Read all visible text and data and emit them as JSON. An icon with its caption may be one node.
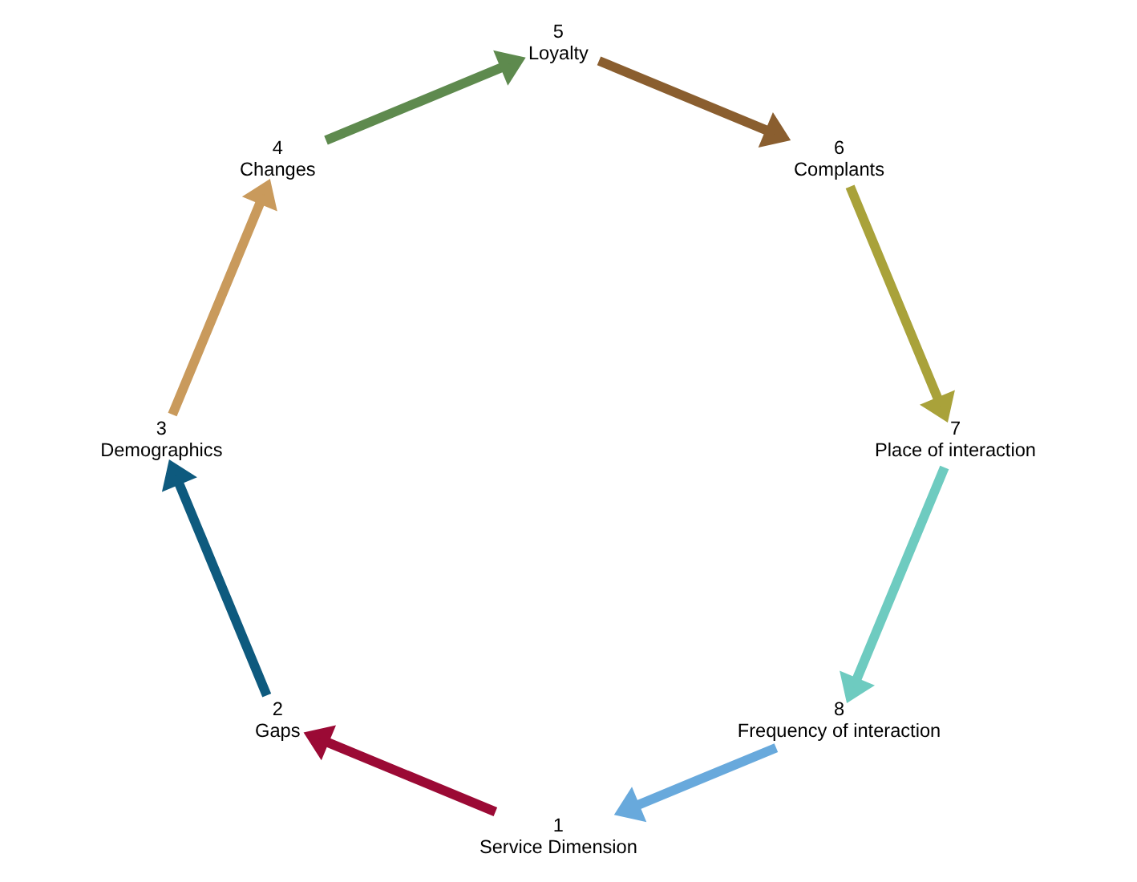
{
  "diagram": {
    "nodes": [
      {
        "text": [
          "1",
          "Service Dimension"
        ]
      },
      {
        "text": [
          "2",
          "Gaps"
        ]
      },
      {
        "text": [
          "3",
          "Demographics"
        ]
      },
      {
        "text": [
          "4",
          "Changes"
        ]
      },
      {
        "text": [
          "5",
          "Loyalty"
        ]
      },
      {
        "text": [
          "6",
          "Complants"
        ]
      },
      {
        "text": [
          "7",
          "Place of interaction"
        ]
      },
      {
        "text": [
          "8",
          "Frequency of interaction"
        ]
      }
    ],
    "edges": [
      {
        "from": 0,
        "to": 1,
        "arrow": "to",
        "color": "#9b0a35"
      },
      {
        "from": 1,
        "to": 2,
        "arrow": "to",
        "color": "#0e5a7e"
      },
      {
        "from": 2,
        "to": 3,
        "arrow": "to",
        "color": "#c99a5c"
      },
      {
        "from": 3,
        "to": 4,
        "arrow": "to",
        "color": "#5e8a4e"
      },
      {
        "from": 4,
        "to": 5,
        "arrow": "to",
        "color": "#8a5e2f"
      },
      {
        "from": 5,
        "to": 6,
        "arrow": "to",
        "color": "#a9a23a"
      },
      {
        "from": 6,
        "to": 7,
        "arrow": "to",
        "color": "#6ecbc0"
      },
      {
        "from": 7,
        "to": 0,
        "arrow": "to",
        "color": "#68a9dc"
      }
    ]
  }
}
